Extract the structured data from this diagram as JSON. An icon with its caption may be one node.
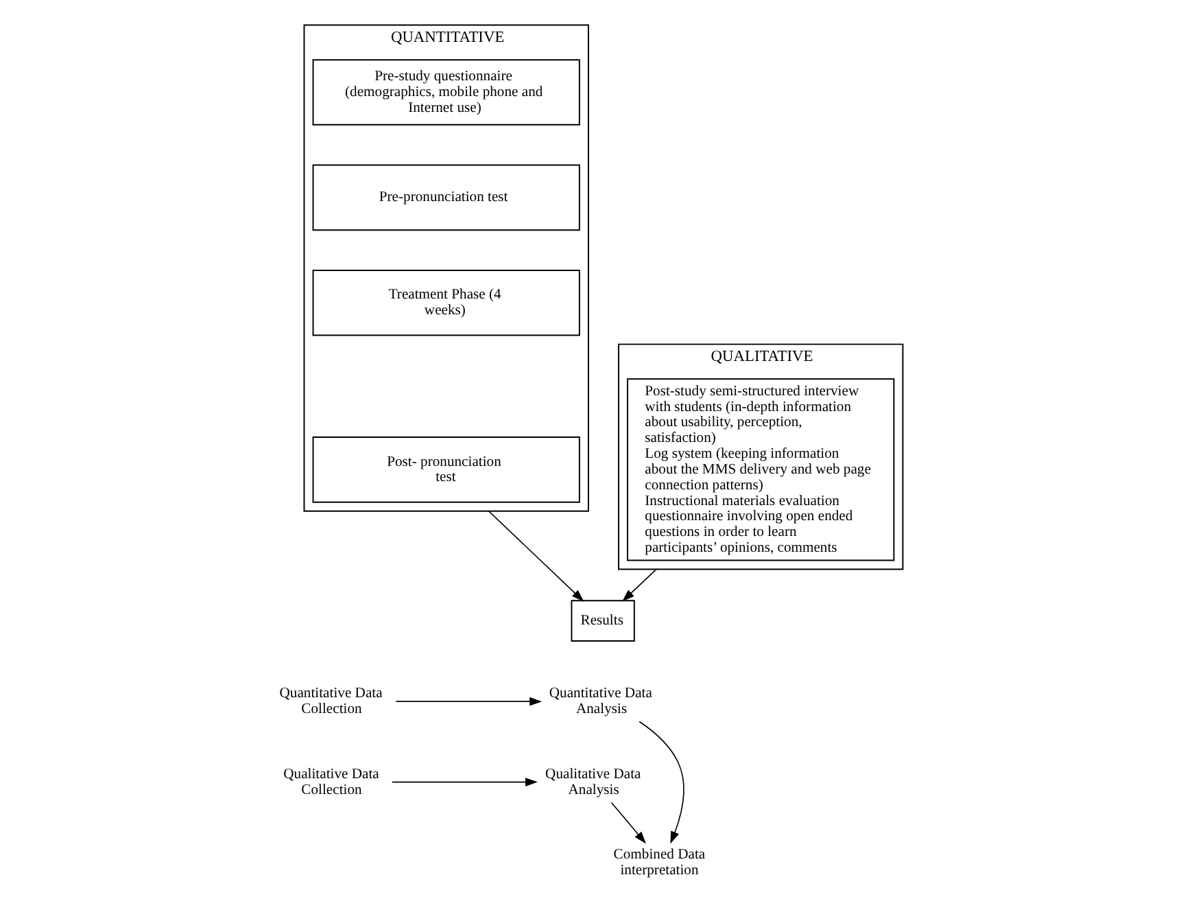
{
  "diagram": {
    "nodes": [
      {
        "text": [
          "QUANTITATIVE"
        ]
      },
      {
        "text": [
          "Pre-study questionnaire (demographics, mobile phone and Internet use)"
        ],
        "in": 0
      },
      {
        "text": [
          "Pre-pronunciation test"
        ],
        "in": 0
      },
      {
        "text": [
          "Treatment Phase (4 weeks)"
        ],
        "in": 0
      },
      {
        "text": [
          "Post- pronunciation test"
        ],
        "in": 0
      },
      {
        "text": [
          "QUALITATIVE"
        ]
      },
      {
        "text": [
          "Post-study semi-structured interview with students (in-depth information about usability, perception, satisfaction)",
          "Log system (keeping information about the MMS delivery and web page connection patterns)",
          "Instructional materials evaluation questionnaire involving open ended questions in order to learn participants’ opinions, comments"
        ],
        "in": 5
      },
      {
        "text": [
          "Results"
        ]
      },
      {
        "text": [
          "Quantitative Data Collection"
        ]
      },
      {
        "text": [
          "Quantitative Data Analysis"
        ]
      },
      {
        "text": [
          "Qualitative Data Collection"
        ]
      },
      {
        "text": [
          "Qualitative Data Analysis"
        ]
      },
      {
        "text": [
          "Combined Data interpretation"
        ]
      }
    ],
    "edges": [
      {
        "from": 0,
        "to": 7,
        "arrow": "to"
      },
      {
        "from": 5,
        "to": 7,
        "arrow": "to"
      },
      {
        "from": 8,
        "to": 9,
        "arrow": "to"
      },
      {
        "from": 10,
        "to": 11,
        "arrow": "to"
      },
      {
        "from": 9,
        "to": 12,
        "arrow": "to"
      },
      {
        "from": 11,
        "to": 12,
        "arrow": "to"
      }
    ]
  }
}
